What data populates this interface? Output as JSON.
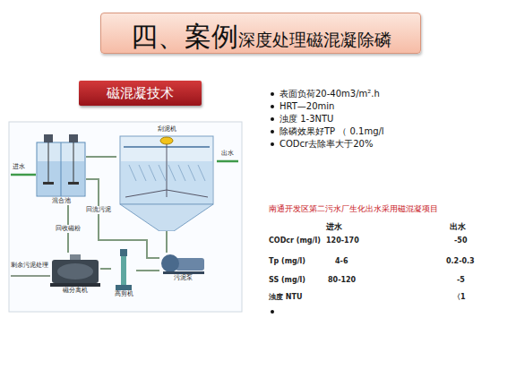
{
  "diagram": {
    "nodes": [
      {
        "text": [
          "四、案例",
          "深度处理磁混凝除磷"
        ]
      },
      {
        "text": [
          "磁混凝技术"
        ]
      },
      {
        "text": [
          "混合池"
        ]
      },
      {
        "text": [
          "刮泥机"
        ]
      },
      {
        "text": [
          "磁分离机"
        ]
      },
      {
        "text": [
          "高剪机"
        ]
      },
      {
        "text": [
          "污泥泵"
        ]
      }
    ],
    "edges": [
      {
        "from": 2,
        "to": 3,
        "arrow": "none"
      },
      {
        "from": 3,
        "to": 6,
        "arrow": "none"
      },
      {
        "from": 6,
        "to": 2,
        "label": "回流污泥",
        "arrow": "none"
      },
      {
        "from": 6,
        "to": 5,
        "arrow": "none"
      },
      {
        "from": 5,
        "to": 4,
        "arrow": "none"
      },
      {
        "from": 4,
        "to": 2,
        "label": "回收磁粉",
        "arrow": "none"
      }
    ],
    "labels": [
      "进水",
      "出水",
      "剩余污泥处理",
      "表面负荷20-40m3/m².h",
      "HRT—20min",
      "浊度 1-3NTU",
      "除磷效果好TP （ 0.1mg/l",
      "CODcr去除率大于20%",
      "南通开发区第二污水厂生化出水采用磁混凝项目",
      "进水",
      "出水",
      "CODcr (mg/l)",
      "120-170",
      "-50",
      "Tp (mg/l)",
      "4-6",
      "0.2-0.3",
      "SS (mg/l)",
      "80-120",
      "-5",
      "浊度 NTU",
      "〈1"
    ]
  }
}
